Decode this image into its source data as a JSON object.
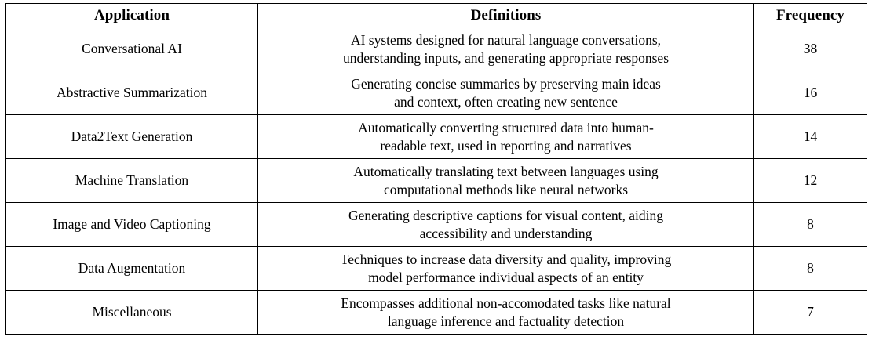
{
  "table": {
    "headers": {
      "application": "Application",
      "definitions": "Definitions",
      "frequency": "Frequency"
    },
    "rows": [
      {
        "application": "Conversational AI",
        "definition_line1": "AI systems designed for natural language conversations,",
        "definition_line2": "understanding inputs, and generating appropriate responses",
        "frequency": "38"
      },
      {
        "application": "Abstractive Summarization",
        "definition_line1": "Generating concise summaries by preserving main ideas",
        "definition_line2": "and context, often creating new sentence",
        "frequency": "16"
      },
      {
        "application": "Data2Text Generation",
        "definition_line1": "Automatically converting structured data into human-",
        "definition_line2": "readable text, used in reporting and narratives",
        "frequency": "14"
      },
      {
        "application": "Machine Translation",
        "definition_line1": "Automatically translating text between languages using",
        "definition_line2": "computational methods like neural networks",
        "frequency": "12"
      },
      {
        "application": "Image and Video Captioning",
        "definition_line1": "Generating descriptive captions for visual content, aiding",
        "definition_line2": "accessibility and understanding",
        "frequency": "8"
      },
      {
        "application": "Data Augmentation",
        "definition_line1": "Techniques to increase data diversity and quality, improving",
        "definition_line2": "model performance individual aspects of an entity",
        "frequency": "8"
      },
      {
        "application": "Miscellaneous",
        "definition_line1": "Encompasses additional non-accomodated tasks like natural",
        "definition_line2": "language inference and factuality detection",
        "frequency": "7"
      }
    ]
  }
}
